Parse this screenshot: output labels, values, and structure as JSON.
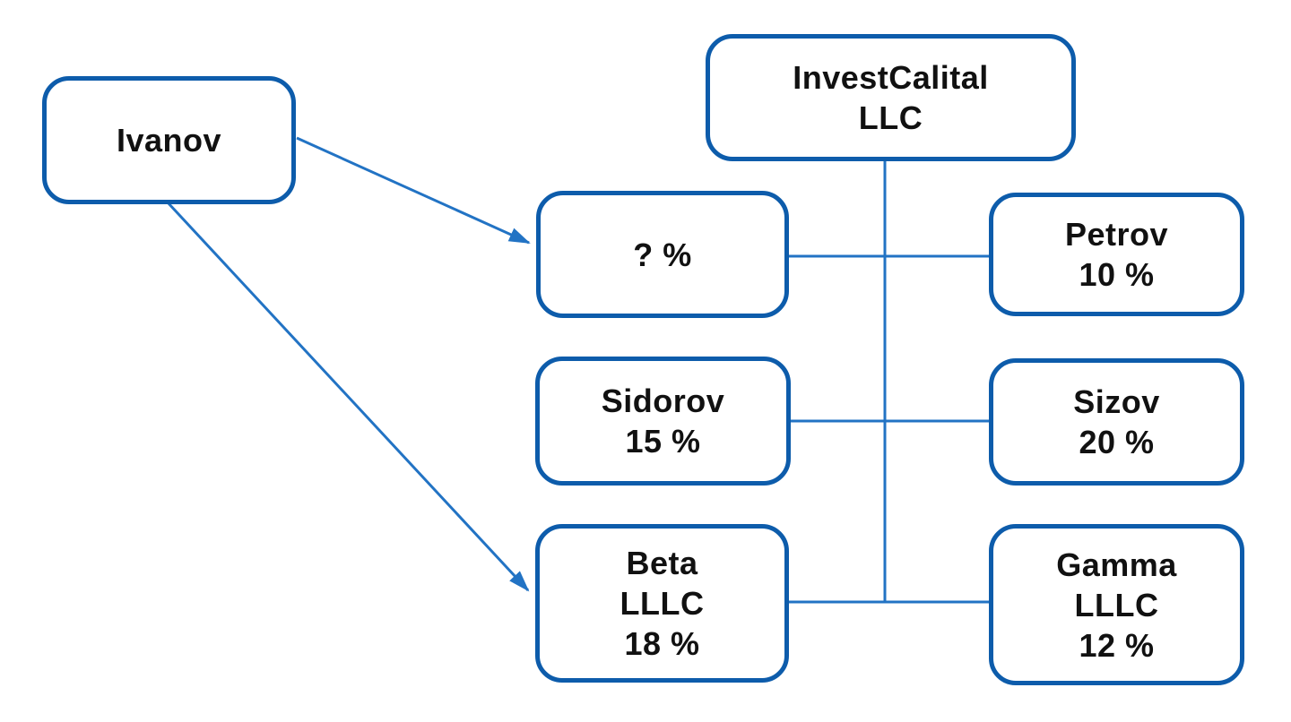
{
  "diagram": {
    "colors": {
      "box_border": "#0d5cab",
      "connector": "#2273c4",
      "text": "#111111",
      "background": "#ffffff"
    },
    "nodes": {
      "ivanov": {
        "lines": [
          "Ivanov"
        ]
      },
      "investcapital": {
        "lines": [
          "InvestCalital",
          "LLC"
        ]
      },
      "unknown_share": {
        "lines": [
          "? %"
        ]
      },
      "petrov": {
        "lines": [
          "Petrov",
          "10 %"
        ]
      },
      "sidorov": {
        "lines": [
          "Sidorov",
          "15 %"
        ]
      },
      "sizov": {
        "lines": [
          "Sizov",
          "20 %"
        ]
      },
      "beta": {
        "lines": [
          "Beta",
          "LLLC",
          "18 %"
        ]
      },
      "gamma": {
        "lines": [
          "Gamma",
          "LLLC",
          "12 %"
        ]
      }
    },
    "connectors": {
      "arrows": [
        {
          "from": "ivanov",
          "to": "unknown_share"
        },
        {
          "from": "ivanov",
          "to": "beta"
        }
      ],
      "trunk": {
        "from": "investcapital",
        "joins": [
          "unknown_share-petrov-rail",
          "sidorov-sizov-rail",
          "beta-gamma-rail"
        ]
      },
      "rails": [
        {
          "left": "unknown_share",
          "right": "petrov"
        },
        {
          "left": "sidorov",
          "right": "sizov"
        },
        {
          "left": "beta",
          "right": "gamma"
        }
      ]
    }
  }
}
